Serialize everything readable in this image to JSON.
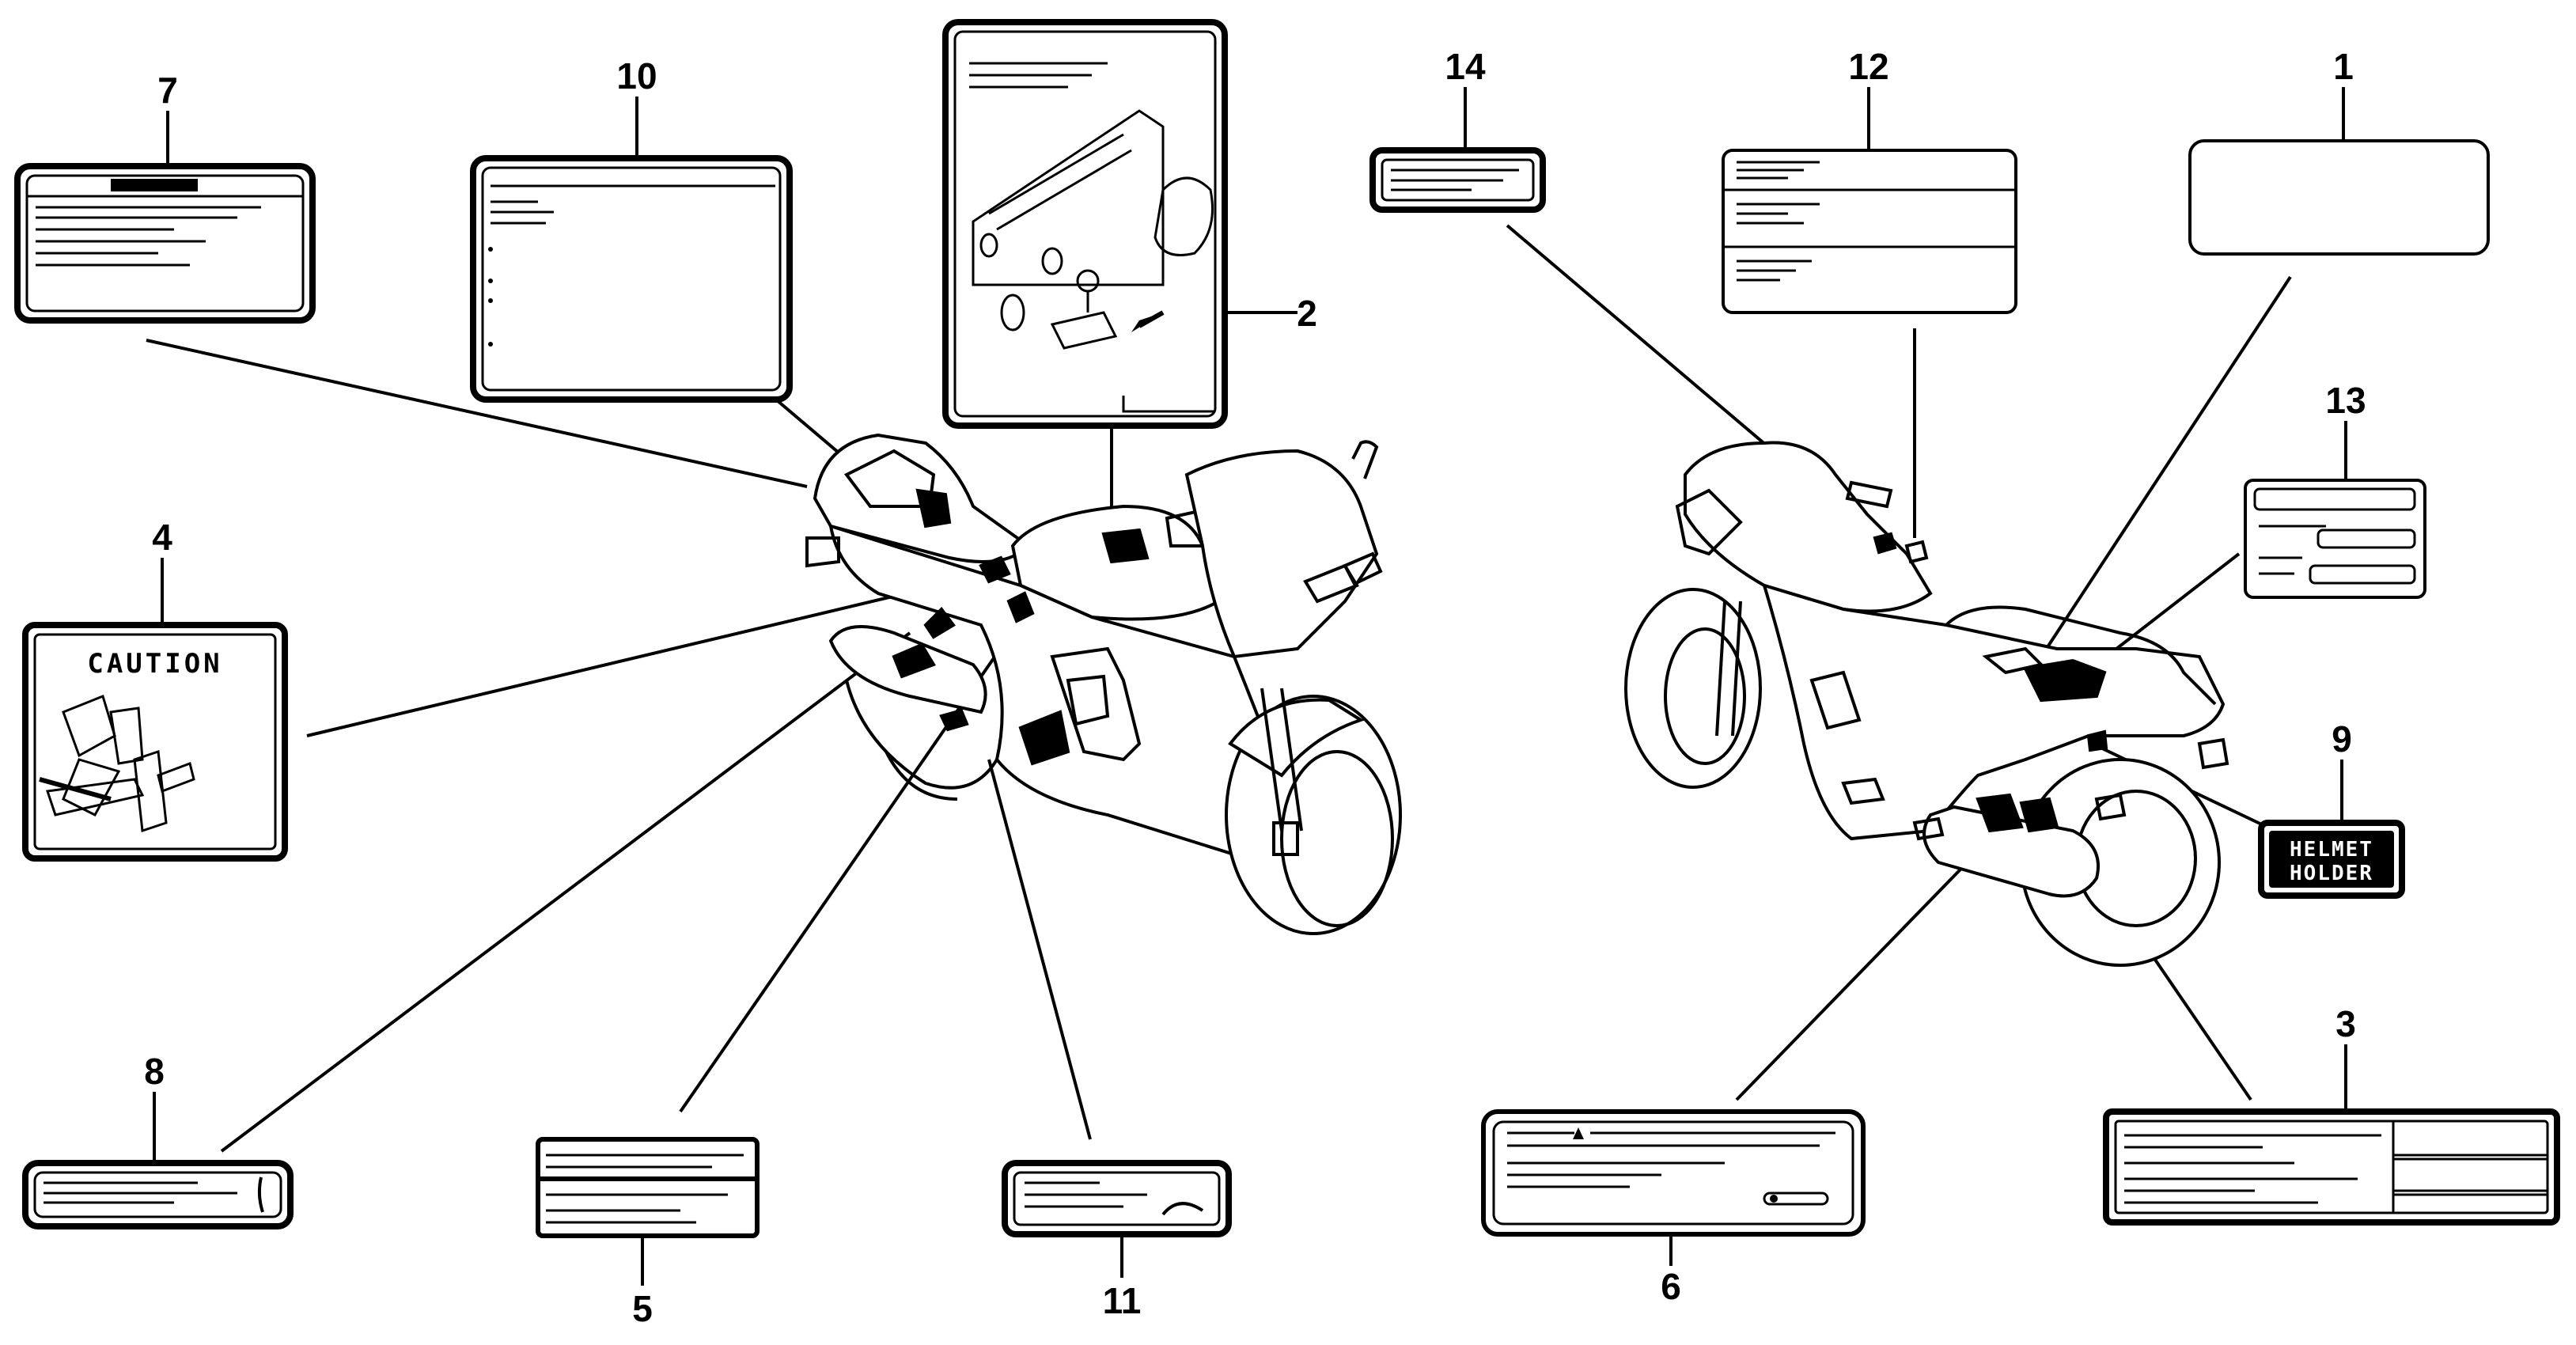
{
  "callouts": [
    {
      "number": "1"
    },
    {
      "number": "2"
    },
    {
      "number": "3"
    },
    {
      "number": "4"
    },
    {
      "number": "5"
    },
    {
      "number": "6"
    },
    {
      "number": "7"
    },
    {
      "number": "8"
    },
    {
      "number": "9"
    },
    {
      "number": "10"
    },
    {
      "number": "11"
    },
    {
      "number": "12"
    },
    {
      "number": "13"
    },
    {
      "number": "14"
    }
  ],
  "labels": {
    "caution_text": "CAUTION",
    "helmet_line1": "HELMET",
    "helmet_line2": "HOLDER"
  }
}
